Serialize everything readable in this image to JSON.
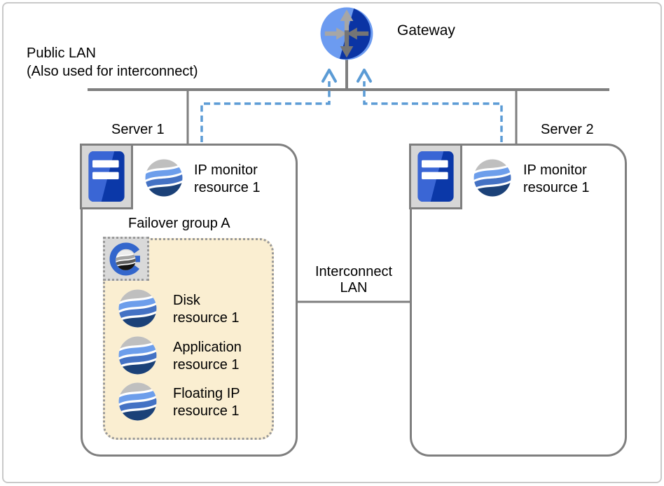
{
  "page": {
    "public_lan_line1": "Public LAN",
    "public_lan_line2": "(Also used for interconnect)",
    "gateway_label": "Gateway",
    "interconnect_line1": "Interconnect",
    "interconnect_line2": "LAN",
    "server1": {
      "label": "Server 1",
      "ip_monitor_line1": "IP monitor",
      "ip_monitor_line2": "resource 1",
      "failover_group_label": "Failover group A",
      "resources": [
        {
          "line1": "Disk",
          "line2": "resource 1"
        },
        {
          "line1": "Application",
          "line2": "resource 1"
        },
        {
          "line1": "Floating IP",
          "line2": "resource 1"
        }
      ]
    },
    "server2": {
      "label": "Server 2",
      "ip_monitor_line1": "IP monitor",
      "ip_monitor_line2": "resource 1"
    },
    "colors": {
      "line_gray": "#7F7F7F",
      "frame_gray": "#C9C9C9",
      "dashed_blue": "#5B9BD5",
      "group_fill": "#FAEED1",
      "gateway_blue_light": "#6C9BF0",
      "gateway_blue_dark": "#0A34A4",
      "resource_light_blue": "#6D9EEB",
      "resource_mid_blue": "#4472C4",
      "resource_navy": "#1B4178",
      "group_letter_blue": "#3366CC"
    }
  }
}
